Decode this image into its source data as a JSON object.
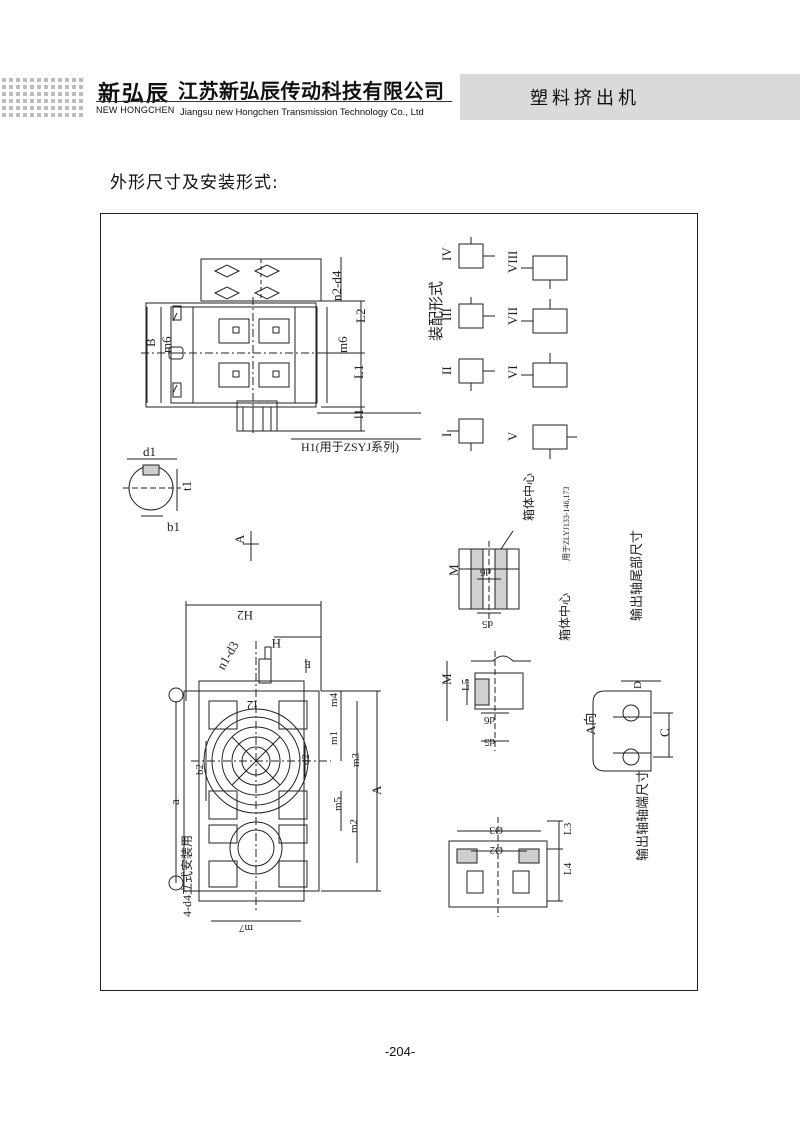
{
  "header": {
    "brand_cn": "新弘辰",
    "brand_en": "NEW HONGCHEN",
    "company_cn": "江苏新弘辰传动科技有限公司",
    "company_en": "Jiangsu new Hongchen Transmission Technology Co., Ltd",
    "category": "塑料挤出机"
  },
  "section_title": "外形尺寸及安装形式:",
  "drawing": {
    "top_view_labels": {
      "B": "B",
      "m6_left": "m6",
      "m6_right": "m6",
      "n2_d4": "n2-d4",
      "L2": "L2",
      "L1": "L1",
      "l1": "l1",
      "H1_note": "H1(用于ZSYJ系列)"
    },
    "assembly_title": "装配形式",
    "assembly_forms": [
      "IV",
      "III",
      "II",
      "I",
      "VIII",
      "VII",
      "VI",
      "V"
    ],
    "shaft_labels": {
      "d1": "d1",
      "t1": "t1",
      "b1": "b1"
    },
    "arrow_A": "A",
    "hollow_shaft": {
      "center": "箱体中心",
      "M": "M",
      "d6": "d6",
      "d5": "d5",
      "note": "用于ZLYJ133-146,173"
    },
    "output_tail": {
      "center": "箱体中心",
      "M": "M",
      "L5": "L5",
      "d6": "d6",
      "d5": "d5",
      "caption": "输出轴尾部尺寸"
    },
    "a_view": {
      "title": "A向",
      "C": "C",
      "D": "D"
    },
    "front_view_labels": {
      "H2": "H2",
      "H": "H",
      "E": "E",
      "n1_d3": "n1-d3",
      "t2": "t2",
      "m4": "m4",
      "m1": "m1",
      "m3": "m3",
      "d2": "d2",
      "b2": "b2",
      "A": "A",
      "a": "a",
      "m5": "m5",
      "m2": "m2",
      "m7": "m7",
      "mount_note": "4-d4立式安装用"
    },
    "output_end": {
      "d3": "Ø3",
      "d2": "Ø2",
      "L3": "L3",
      "L4": "L4",
      "caption": "输出轴轴端尺寸"
    }
  },
  "page_number": "-204-"
}
